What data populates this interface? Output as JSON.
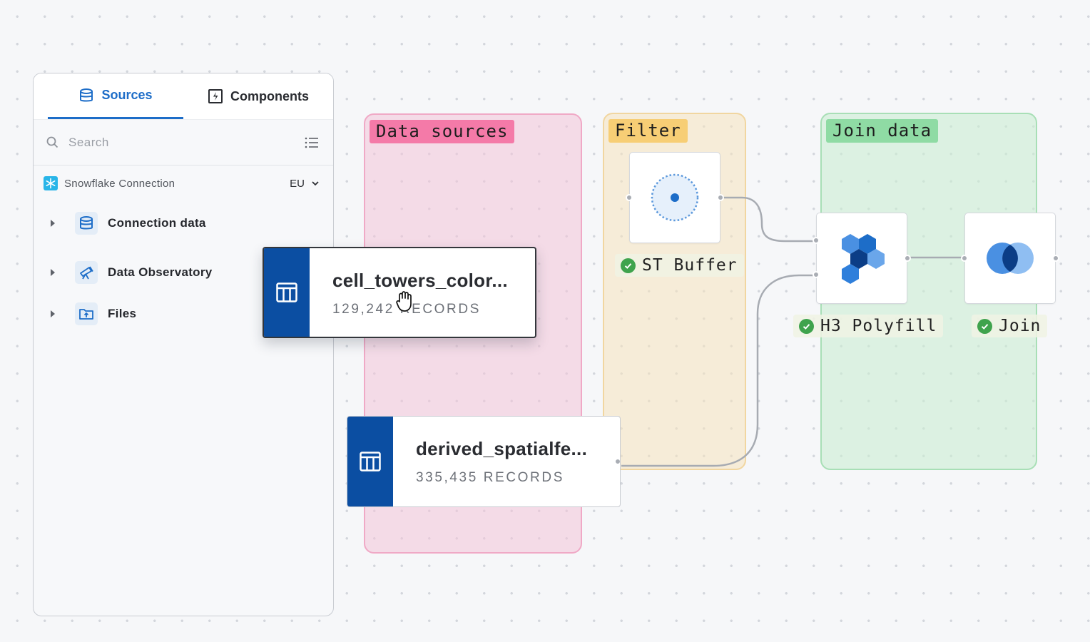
{
  "sidebar": {
    "tabs": [
      {
        "label": "Sources",
        "icon": "database-icon",
        "active": true
      },
      {
        "label": "Components",
        "icon": "component-icon",
        "active": false
      }
    ],
    "search": {
      "placeholder": "Search",
      "value": ""
    },
    "connection": {
      "label": "Snowflake Connection",
      "region": "EU"
    },
    "items": [
      {
        "label": "Connection data",
        "icon": "database-icon"
      },
      {
        "label": "Data Observatory",
        "icon": "telescope-icon"
      },
      {
        "label": "Files",
        "icon": "folder-upload-icon"
      }
    ]
  },
  "canvas": {
    "groups": [
      {
        "label": "Data sources",
        "color": "#f47aa8"
      },
      {
        "label": "Filter",
        "color": "#f7ce75"
      },
      {
        "label": "Join data",
        "color": "#8fdba4"
      }
    ],
    "sources": [
      {
        "title": "cell_towers_color...",
        "records": "129,242 RECORDS"
      },
      {
        "title": "derived_spatialfe...",
        "records": "335,435 RECORDS"
      }
    ],
    "components": [
      {
        "label": "ST Buffer",
        "icon": "buffer-icon",
        "status": "success"
      },
      {
        "label": "H3 Polyfill",
        "icon": "hexagons-icon",
        "status": "success"
      },
      {
        "label": "Join",
        "icon": "join-icon",
        "status": "success"
      }
    ]
  },
  "colors": {
    "accent": "#1d6dc8",
    "source_card": "#0b4ea2",
    "success": "#3fa34d"
  }
}
